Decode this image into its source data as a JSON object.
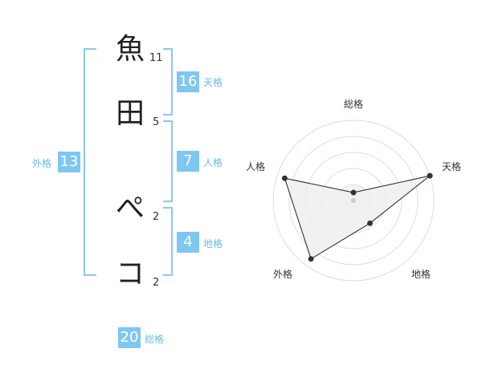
{
  "name": {
    "chars": [
      {
        "char": "魚",
        "strokes": "11"
      },
      {
        "char": "田",
        "strokes": "5"
      },
      {
        "char": "ぺ",
        "strokes": "2"
      },
      {
        "char": "コ",
        "strokes": "2"
      }
    ]
  },
  "fortunes": {
    "tenkaku": {
      "value": "16",
      "label": "天格"
    },
    "jinkaku": {
      "value": "7",
      "label": "人格"
    },
    "chikaku": {
      "value": "4",
      "label": "地格"
    },
    "gaikaku": {
      "value": "13",
      "label": "外格"
    },
    "soukaku": {
      "value": "20",
      "label": "総格"
    }
  },
  "colors": {
    "accent": "#7ec7f2",
    "bracket": "#8cc8ee",
    "label": "#6bb8e8",
    "radar_fill": "#eeeeee",
    "radar_line": "#222222"
  },
  "chart_data": {
    "type": "radar",
    "axes": [
      "総格",
      "天格",
      "地格",
      "外格",
      "人格"
    ],
    "values": [
      0.5,
      5,
      1.75,
      4.5,
      4.5
    ],
    "range": [
      0,
      5
    ],
    "rings": 5
  }
}
